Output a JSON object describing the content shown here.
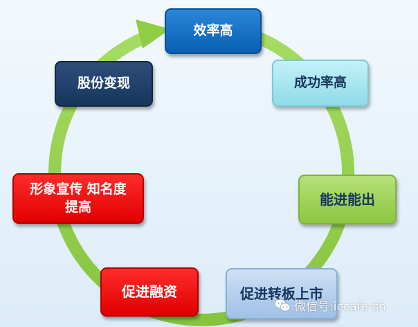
{
  "diagram": {
    "nodes": {
      "top": "效率高",
      "right_top": "成功率高",
      "right_mid": "能进能出",
      "right_bottom": "促进转板上市",
      "left_bottom": "促进融资",
      "left_mid_line1": "形象宣传 知名度",
      "left_mid_line2": "提高",
      "left_top": "股份变现"
    },
    "colors": {
      "ring": "#92d050",
      "top": "#0b64b8",
      "right_top": "#9fe0ea",
      "right_mid": "#92d050",
      "right_bottom": "#b4cdeb",
      "red_nodes": "#ff0000",
      "left_top": "#1f3864"
    }
  },
  "watermark": {
    "text": "微信号:iccafe-sh",
    "icon": "wechat-icon"
  }
}
